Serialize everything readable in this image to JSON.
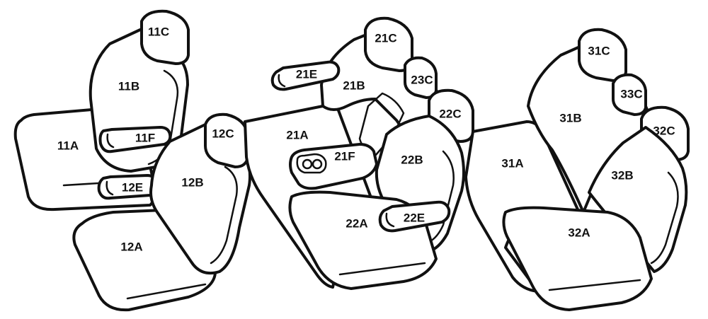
{
  "colors": {
    "line": "#111111",
    "fill": "#ffffff"
  },
  "labels": {
    "11A": "11A",
    "11B": "11B",
    "11C": "11C",
    "11F": "11F",
    "12A": "12A",
    "12B": "12B",
    "12C": "12C",
    "12E": "12E",
    "21A": "21A",
    "21B": "21B",
    "21C": "21C",
    "21E": "21E",
    "21F": "21F",
    "22A": "22A",
    "22B": "22B",
    "22C": "22C",
    "22E": "22E",
    "23C": "23C",
    "31A": "31A",
    "31B": "31B",
    "31C": "31C",
    "32A": "32A",
    "32B": "32B",
    "32C": "32C",
    "33C": "33C"
  }
}
